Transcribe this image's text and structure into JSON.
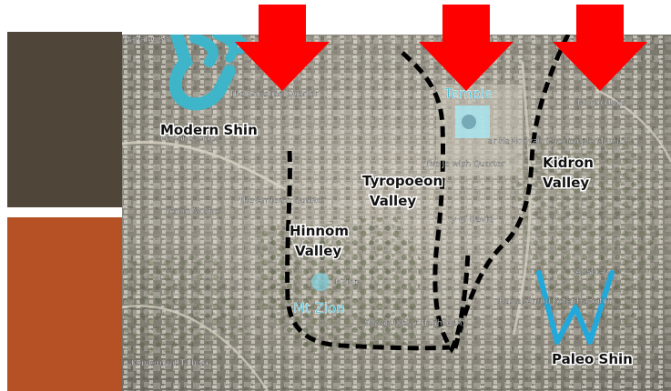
{
  "slide": {
    "accent_dark": "#4f4639",
    "accent_orange": "#b65126",
    "arrow_color": "#ff0000"
  },
  "map": {
    "labels": {
      "modern_shin": "Modern Shin",
      "paleo_shin": "Paleo Shin",
      "tyropoeon": "Tyropoeon",
      "tyropoeon_valley": "Valley",
      "kidron": "Kidron",
      "kidron_valley": "Valley",
      "hinnom": "Hinnom",
      "hinnom_valley": "Valley",
      "temple": "Temple",
      "mt_zion": "Mt Zion"
    },
    "place_labels": {
      "nahalat": "Nahalat Sh",
      "christian_quarter": "The Christian Quarter",
      "mahane_israel": "Mahane Israel",
      "armenian_quarter": "The Armen  n Quarter",
      "yemin_moshe": "Yemin Moshe",
      "jewish_quarter": "The Je    wish Quarter",
      "temple_mount": "ar HaMoriyah (the Temple Mount)",
      "mt_of_olives": "Mt of Olives",
      "city_of_david": "y of David",
      "zion": "t Zion",
      "silwan": "Silwan (Kefar HaShiloah)",
      "kefar": "Ras al-Amud  Ketef   Hazeitim",
      "wadi": "Al-Shiah",
      "komemiyut": "Komemiyut Talbiya"
    },
    "icons": [
      "down-arrow-icon",
      "modern-shin-letter-icon",
      "paleo-shin-letter-icon"
    ]
  }
}
